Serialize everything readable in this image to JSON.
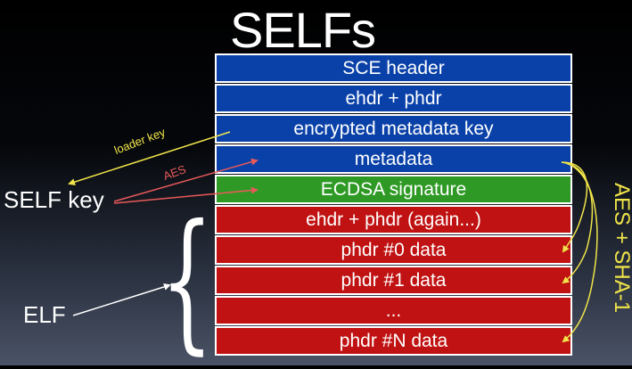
{
  "title": "SELFs",
  "blocks": [
    {
      "label": "SCE header",
      "color": "#0a41a8"
    },
    {
      "label": "ehdr + phdr",
      "color": "#0a41a8"
    },
    {
      "label": "encrypted metadata key",
      "color": "#0a41a8"
    },
    {
      "label": "metadata",
      "color": "#0a41a8"
    },
    {
      "label": "ECDSA signature",
      "color": "#2e9a25"
    },
    {
      "label": "ehdr + phdr (again...)",
      "color": "#c01212"
    },
    {
      "label": "phdr #0 data",
      "color": "#c01212"
    },
    {
      "label": "phdr #1 data",
      "color": "#c01212"
    },
    {
      "label": "...",
      "color": "#c01212"
    },
    {
      "label": "phdr #N data",
      "color": "#c01212"
    }
  ],
  "labels": {
    "self_key": "SELF key",
    "elf": "ELF",
    "loader_key": "loader key",
    "aes": "AES",
    "aes_sha": "AES + SHA-1"
  },
  "colors": {
    "yellow": "#f0e44a",
    "red_arrow": "#e85a5a",
    "white": "#ffffff"
  }
}
